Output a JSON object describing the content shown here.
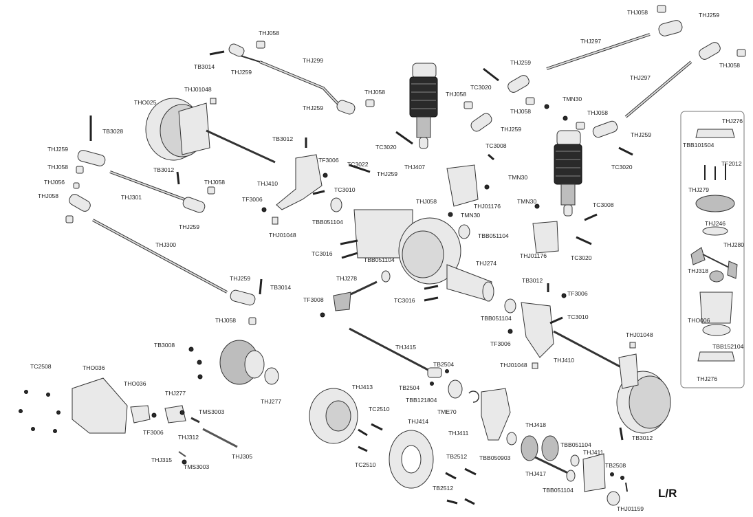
{
  "diagram": {
    "variant_label": "L/R",
    "parts": [
      {
        "id": "p001",
        "label": "THJ058"
      },
      {
        "id": "p002",
        "label": "THJ259"
      },
      {
        "id": "p003",
        "label": "THJ297"
      },
      {
        "id": "p004",
        "label": "THJ058"
      },
      {
        "id": "p005",
        "label": "THJ058"
      },
      {
        "id": "p006",
        "label": "TB3014"
      },
      {
        "id": "p007",
        "label": "THJ299"
      },
      {
        "id": "p008",
        "label": "THJ259"
      },
      {
        "id": "p009",
        "label": "THJ259"
      },
      {
        "id": "p010",
        "label": "TC3020"
      },
      {
        "id": "p011",
        "label": "THJ297"
      },
      {
        "id": "p012",
        "label": "THJ01048"
      },
      {
        "id": "p013",
        "label": "THO025"
      },
      {
        "id": "p014",
        "label": "THJ058"
      },
      {
        "id": "p015",
        "label": "THJ259"
      },
      {
        "id": "p016",
        "label": "THJ058"
      },
      {
        "id": "p017",
        "label": "TMN30"
      },
      {
        "id": "p018",
        "label": "THJ058"
      },
      {
        "id": "p019",
        "label": "THJ058"
      },
      {
        "id": "p020",
        "label": "THJ276"
      },
      {
        "id": "p021",
        "label": "TB3028"
      },
      {
        "id": "p022",
        "label": "THJ259"
      },
      {
        "id": "p023",
        "label": "TB3012"
      },
      {
        "id": "p024",
        "label": "TC3020"
      },
      {
        "id": "p025",
        "label": "TC3008"
      },
      {
        "id": "p026",
        "label": "THJ259"
      },
      {
        "id": "p027",
        "label": "TBB101504"
      },
      {
        "id": "p028",
        "label": "TF3006"
      },
      {
        "id": "p029",
        "label": "TC3022"
      },
      {
        "id": "p030",
        "label": "TF2012"
      },
      {
        "id": "p031",
        "label": "THJ259"
      },
      {
        "id": "p032",
        "label": "THJ058"
      },
      {
        "id": "p033",
        "label": "TB3012"
      },
      {
        "id": "p034",
        "label": "THJ407"
      },
      {
        "id": "p035",
        "label": "TC3020"
      },
      {
        "id": "p036",
        "label": "THJ410"
      },
      {
        "id": "p037",
        "label": "THJ056"
      },
      {
        "id": "p038",
        "label": "THJ058"
      },
      {
        "id": "p039",
        "label": "TMN30"
      },
      {
        "id": "p040",
        "label": "THJ279"
      },
      {
        "id": "p041",
        "label": "TC3010"
      },
      {
        "id": "p042",
        "label": "THJ259"
      },
      {
        "id": "p043",
        "label": "THJ301"
      },
      {
        "id": "p044",
        "label": "TF3006"
      },
      {
        "id": "p045",
        "label": "THJ058"
      },
      {
        "id": "p046",
        "label": "TMN30"
      },
      {
        "id": "p047",
        "label": "TC3008"
      },
      {
        "id": "p048",
        "label": "TBB051104"
      },
      {
        "id": "p049",
        "label": "THJ01176"
      },
      {
        "id": "p050",
        "label": "THJ058"
      },
      {
        "id": "p051",
        "label": "THJ259"
      },
      {
        "id": "p052",
        "label": "TMN30"
      },
      {
        "id": "p053",
        "label": "THJ246"
      },
      {
        "id": "p054",
        "label": "THJ01048"
      },
      {
        "id": "p055",
        "label": "TBB051104"
      },
      {
        "id": "p056",
        "label": "THJ280"
      },
      {
        "id": "p057",
        "label": "TC3016"
      },
      {
        "id": "p058",
        "label": "TBB051104"
      },
      {
        "id": "p059",
        "label": "THJ300"
      },
      {
        "id": "p060",
        "label": "THJ01176"
      },
      {
        "id": "p061",
        "label": "TC3020"
      },
      {
        "id": "p062",
        "label": "THJ274"
      },
      {
        "id": "p063",
        "label": "THJ318"
      },
      {
        "id": "p064",
        "label": "THJ259"
      },
      {
        "id": "p065",
        "label": "TB3014"
      },
      {
        "id": "p066",
        "label": "THJ278"
      },
      {
        "id": "p067",
        "label": "TB3012"
      },
      {
        "id": "p068",
        "label": "TF3006"
      },
      {
        "id": "p069",
        "label": "TF3008"
      },
      {
        "id": "p070",
        "label": "TC3016"
      },
      {
        "id": "p071",
        "label": "THO006"
      },
      {
        "id": "p072",
        "label": "THJ058"
      },
      {
        "id": "p073",
        "label": "TBB051104"
      },
      {
        "id": "p074",
        "label": "TC3010"
      },
      {
        "id": "p075",
        "label": "THJ01048"
      },
      {
        "id": "p076",
        "label": "TF3006"
      },
      {
        "id": "p077",
        "label": "TB3008"
      },
      {
        "id": "p078",
        "label": "THJ415"
      },
      {
        "id": "p079",
        "label": "TBB152104"
      },
      {
        "id": "p080",
        "label": "TC2508"
      },
      {
        "id": "p081",
        "label": "TB2504"
      },
      {
        "id": "p082",
        "label": "THO036"
      },
      {
        "id": "p083",
        "label": "THJ410"
      },
      {
        "id": "p084",
        "label": "THJ01048"
      },
      {
        "id": "p085",
        "label": "THJ276"
      },
      {
        "id": "p086",
        "label": "THO036"
      },
      {
        "id": "p087",
        "label": "TB2504"
      },
      {
        "id": "p088",
        "label": "THJ277"
      },
      {
        "id": "p089",
        "label": "THJ413"
      },
      {
        "id": "p090",
        "label": "THJ277"
      },
      {
        "id": "p091",
        "label": "TBB121804"
      },
      {
        "id": "p092",
        "label": "TC2510"
      },
      {
        "id": "p093",
        "label": "TMS3003"
      },
      {
        "id": "p094",
        "label": "TME70"
      },
      {
        "id": "p095",
        "label": "THJ414"
      },
      {
        "id": "p096",
        "label": "TF3006"
      },
      {
        "id": "p097",
        "label": "THJ418"
      },
      {
        "id": "p098",
        "label": "THJ411"
      },
      {
        "id": "p099",
        "label": "TB3012"
      },
      {
        "id": "p100",
        "label": "THJ312"
      },
      {
        "id": "p101",
        "label": "TBB051104"
      },
      {
        "id": "p102",
        "label": "THJ305"
      },
      {
        "id": "p103",
        "label": "TBB050903"
      },
      {
        "id": "p104",
        "label": "THJ411"
      },
      {
        "id": "p105",
        "label": "THJ315"
      },
      {
        "id": "p106",
        "label": "TC2510"
      },
      {
        "id": "p107",
        "label": "TB2512"
      },
      {
        "id": "p108",
        "label": "TB2508"
      },
      {
        "id": "p109",
        "label": "TMS3003"
      },
      {
        "id": "p110",
        "label": "THJ417"
      },
      {
        "id": "p111",
        "label": "TB2512"
      },
      {
        "id": "p112",
        "label": "TBB051104"
      },
      {
        "id": "p113",
        "label": "THJ01159"
      }
    ]
  }
}
